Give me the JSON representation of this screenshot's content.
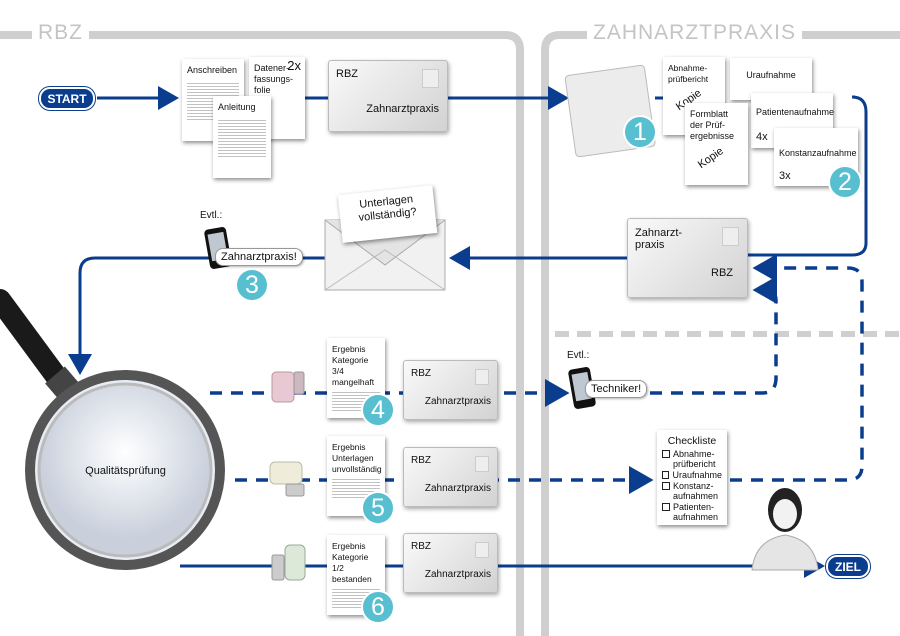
{
  "lanes": {
    "left": "RBZ",
    "right": "ZAHNARZTPRAXIS"
  },
  "start": "START",
  "goal": "ZIEL",
  "step_docs": {
    "anschreiben": "Anschreiben",
    "datenerfassung": "Datener-\nfassungs-\nfolie",
    "datenerfassung_count": "2x",
    "anleitung": "Anleitung"
  },
  "envelope1": {
    "sender": "RBZ",
    "recipient": "Zahnarztpraxis"
  },
  "praxis_docs": {
    "abnahme": "Abnahme-\nprüfbericht",
    "formblatt": "Formblatt\nder Prüf-\nergebnisse",
    "kopie": "Kopie",
    "uraufnahme": "Uraufnahme",
    "patienten": "Patientenaufnahme",
    "patienten_count": "4x",
    "konstanz": "Konstanzaufnahme",
    "konstanz_count": "3x"
  },
  "envelope2": {
    "sender": "Zahnarzt-\npraxis",
    "recipient": "RBZ"
  },
  "open_envelope": "Unterlagen\nvollständig?",
  "phone1": {
    "label": "Evtl.:",
    "bubble": "Zahnarztpraxis!"
  },
  "phone2": {
    "label": "Evtl.:",
    "bubble": "Techniker!"
  },
  "magnifier": "Qualitätsprüfung",
  "results": [
    {
      "text": "Ergebnis\nKategorie 3/4\nmangelhaft",
      "number": "4",
      "icon": "thumbs-down-icon",
      "sender": "RBZ",
      "recipient": "Zahnarztpraxis"
    },
    {
      "text": "Ergebnis\nUnterlagen\nunvollständig",
      "number": "5",
      "icon": "thumbs-sideways-icon",
      "sender": "RBZ",
      "recipient": "Zahnarztpraxis"
    },
    {
      "text": "Ergebnis\nKategorie 1/2\nbestanden",
      "number": "6",
      "icon": "thumbs-up-icon",
      "sender": "RBZ",
      "recipient": "Zahnarztpraxis"
    }
  ],
  "numbers": {
    "n1": "1",
    "n2": "2",
    "n3": "3"
  },
  "checklist": {
    "title": "Checkliste",
    "items": [
      "Abnahme-\nprüfbericht",
      "Uraufnahme",
      "Konstanz-\naufnahmen",
      "Patienten-\naufnahmen"
    ]
  },
  "colors": {
    "flow": "#0b3d8e",
    "accent": "#58bfd1",
    "lane": "#cccccc"
  }
}
